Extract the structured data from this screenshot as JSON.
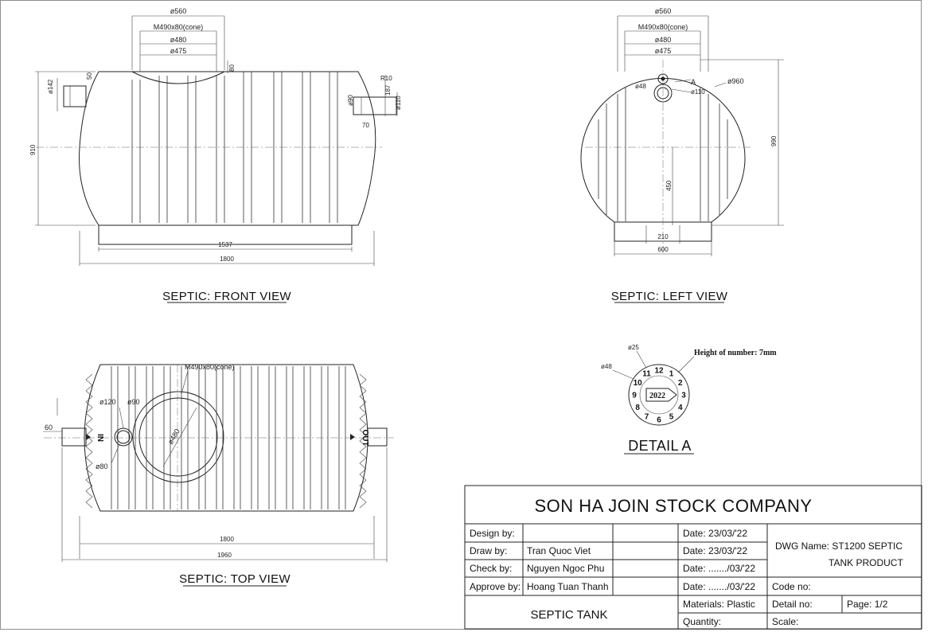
{
  "views": {
    "front": {
      "title": "SEPTIC: FRONT VIEW",
      "dims": {
        "d560": "ø560",
        "cone": "M490x80(cone)",
        "d480": "ø480",
        "d475": "ø475",
        "h80": "80",
        "d142": "ø142",
        "h50": "50",
        "h910": "910",
        "r10": "R10",
        "h187": "187",
        "d90": "ø90",
        "d110": "ø110",
        "h70": "70",
        "w1537": "1537",
        "w1800": "1800"
      }
    },
    "left": {
      "title": "SEPTIC: LEFT VIEW",
      "dims": {
        "d560": "ø560",
        "cone": "M490x80(cone)",
        "d480": "ø480",
        "d475": "ø475",
        "d48": "ø48",
        "markA": "A",
        "d110": "ø110",
        "d960": "ø960",
        "h990": "990",
        "h450": "450",
        "w210": "210",
        "w600": "600"
      }
    },
    "top": {
      "title": "SEPTIC: TOP VIEW",
      "dims": {
        "cone": "M490x80(cone)",
        "d120": "ø120",
        "d90": "ø90",
        "d480": "ø480",
        "h60": "60",
        "d80": "ø80",
        "w1800": "1800",
        "w1960": "1960"
      },
      "labels": {
        "in": "IN",
        "out": "OUT"
      }
    },
    "detail": {
      "title": "DETAIL A",
      "d25": "ø25",
      "d48": "ø48",
      "note": "Height of number: 7mm",
      "year": "2022",
      "numbers": [
        "1",
        "2",
        "3",
        "4",
        "5",
        "6",
        "7",
        "8",
        "9",
        "10",
        "11",
        "12"
      ]
    }
  },
  "title_block": {
    "company": "SON HA JOIN STOCK COMPANY",
    "rows": [
      {
        "role": "Design by:",
        "name": "",
        "date": "Date:   23/03/'22"
      },
      {
        "role": "Draw by:",
        "name": "Tran Quoc Viet",
        "date": "Date:   23/03/'22"
      },
      {
        "role": "Check by:",
        "name": "Nguyen Ngoc Phu",
        "date": "Date: ......./03/'22"
      },
      {
        "role": "Approve by:",
        "name": "Hoang Tuan Thanh",
        "date": "Date: ......./03/'22"
      }
    ],
    "dwg_name_line1": "DWG Name: ST1200 SEPTIC",
    "dwg_name_line2": "TANK PRODUCT",
    "code_no": "Code no:",
    "product": "SEPTIC TANK",
    "materials": "Materials: Plastic",
    "quantity": "Quantity:",
    "detail_no": "Detail no:",
    "page": "Page: 1/2",
    "scale": "Scale:"
  }
}
